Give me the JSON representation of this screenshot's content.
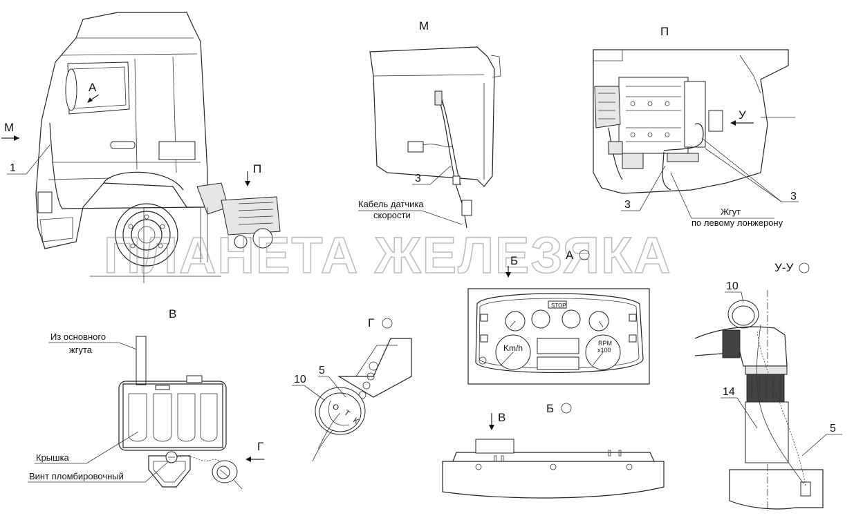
{
  "labels": {
    "view_m": "М",
    "view_p": "П",
    "view_v": "В",
    "arrow_m": "М",
    "arrow_p": "П",
    "arrow_a": "А",
    "arrow_b": "Б",
    "arrow_g": "Г",
    "arrow_v": "В",
    "arrow_u": "У",
    "section_a": "А",
    "section_b": "Б",
    "section_g": "Г",
    "section_uu": "У-У",
    "num_1": "1",
    "num_3_m": "3",
    "num_3_p1": "3",
    "num_3_p2": "3",
    "num_10_g": "10",
    "num_5_g": "5",
    "num_10_u": "10",
    "num_14": "14",
    "num_5_u": "5",
    "cable_line1": "Кабель датчика",
    "cable_line2": "скорости",
    "harness_line1": "Жгут",
    "harness_line2": "по левому лонжерону",
    "main_line1": "Из основного",
    "main_line2": "жгута",
    "cover": "Крышка",
    "seal_screw": "Винт пломбировочный",
    "stop": "STOP",
    "kmh": "Km/h",
    "rpm": "RPM",
    "x100": "x100",
    "seal_letters": [
      "О",
      "Т",
      "К"
    ]
  },
  "watermark": "ПЛАНЕТА ЖЕЛЕЗЯКА"
}
